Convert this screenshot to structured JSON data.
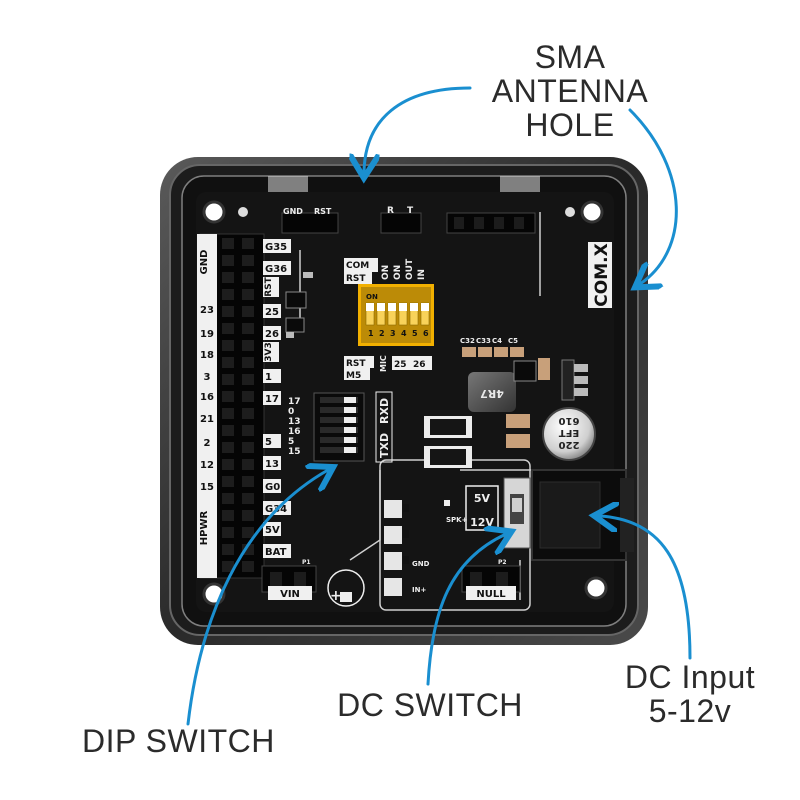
{
  "callouts": {
    "sma": [
      "SMA",
      "ANTENNA",
      "HOLE"
    ],
    "dc_input": [
      "DC Input",
      "5-12v"
    ],
    "dc_switch": "DC SWITCH",
    "dip_switch": "DIP SWITCH"
  },
  "board": {
    "title": "COM.X",
    "top_headers": [
      "GND",
      "RST",
      "R",
      "T"
    ],
    "gpio_left": [
      "GND",
      "23",
      "19",
      "18",
      "3",
      "16",
      "21",
      "2",
      "12",
      "15",
      "HPWR"
    ],
    "gpio_right": [
      "G35",
      "G36",
      "RST",
      "25",
      "26",
      "3V3",
      "1",
      "17",
      "5",
      "13",
      "G0",
      "G34",
      "5V",
      "BAT"
    ],
    "dip_top_labels": [
      "COM",
      "RST",
      "ON",
      "ON",
      "OUT",
      "IN"
    ],
    "dip_bottom_labels": [
      "RST",
      "M5",
      "MIC",
      "25",
      "26"
    ],
    "dip_numbers": [
      "1",
      "2",
      "3",
      "4",
      "5",
      "6"
    ],
    "dip_on": "ON",
    "dip2_labels": [
      "17",
      "0",
      "13",
      "16",
      "5",
      "15"
    ],
    "dip2_side": [
      "TXD",
      "RXD"
    ],
    "cap_labels": [
      "C32",
      "C33",
      "C4",
      "C5"
    ],
    "inductor": "4R7",
    "electrolytic": [
      "220",
      "EFT",
      "610"
    ],
    "voltage": [
      "5V",
      "12V"
    ],
    "bottom_labels": [
      "VIN",
      "NULL",
      "P1",
      "P2"
    ],
    "speaker_labels": [
      "SPK+",
      "GND",
      "IN+"
    ],
    "polarity": "+"
  },
  "colors": {
    "accent": "#1a8fd0",
    "pcb": "#141414",
    "case": "#3a3a3a",
    "dip_switch": "#f2b000"
  }
}
